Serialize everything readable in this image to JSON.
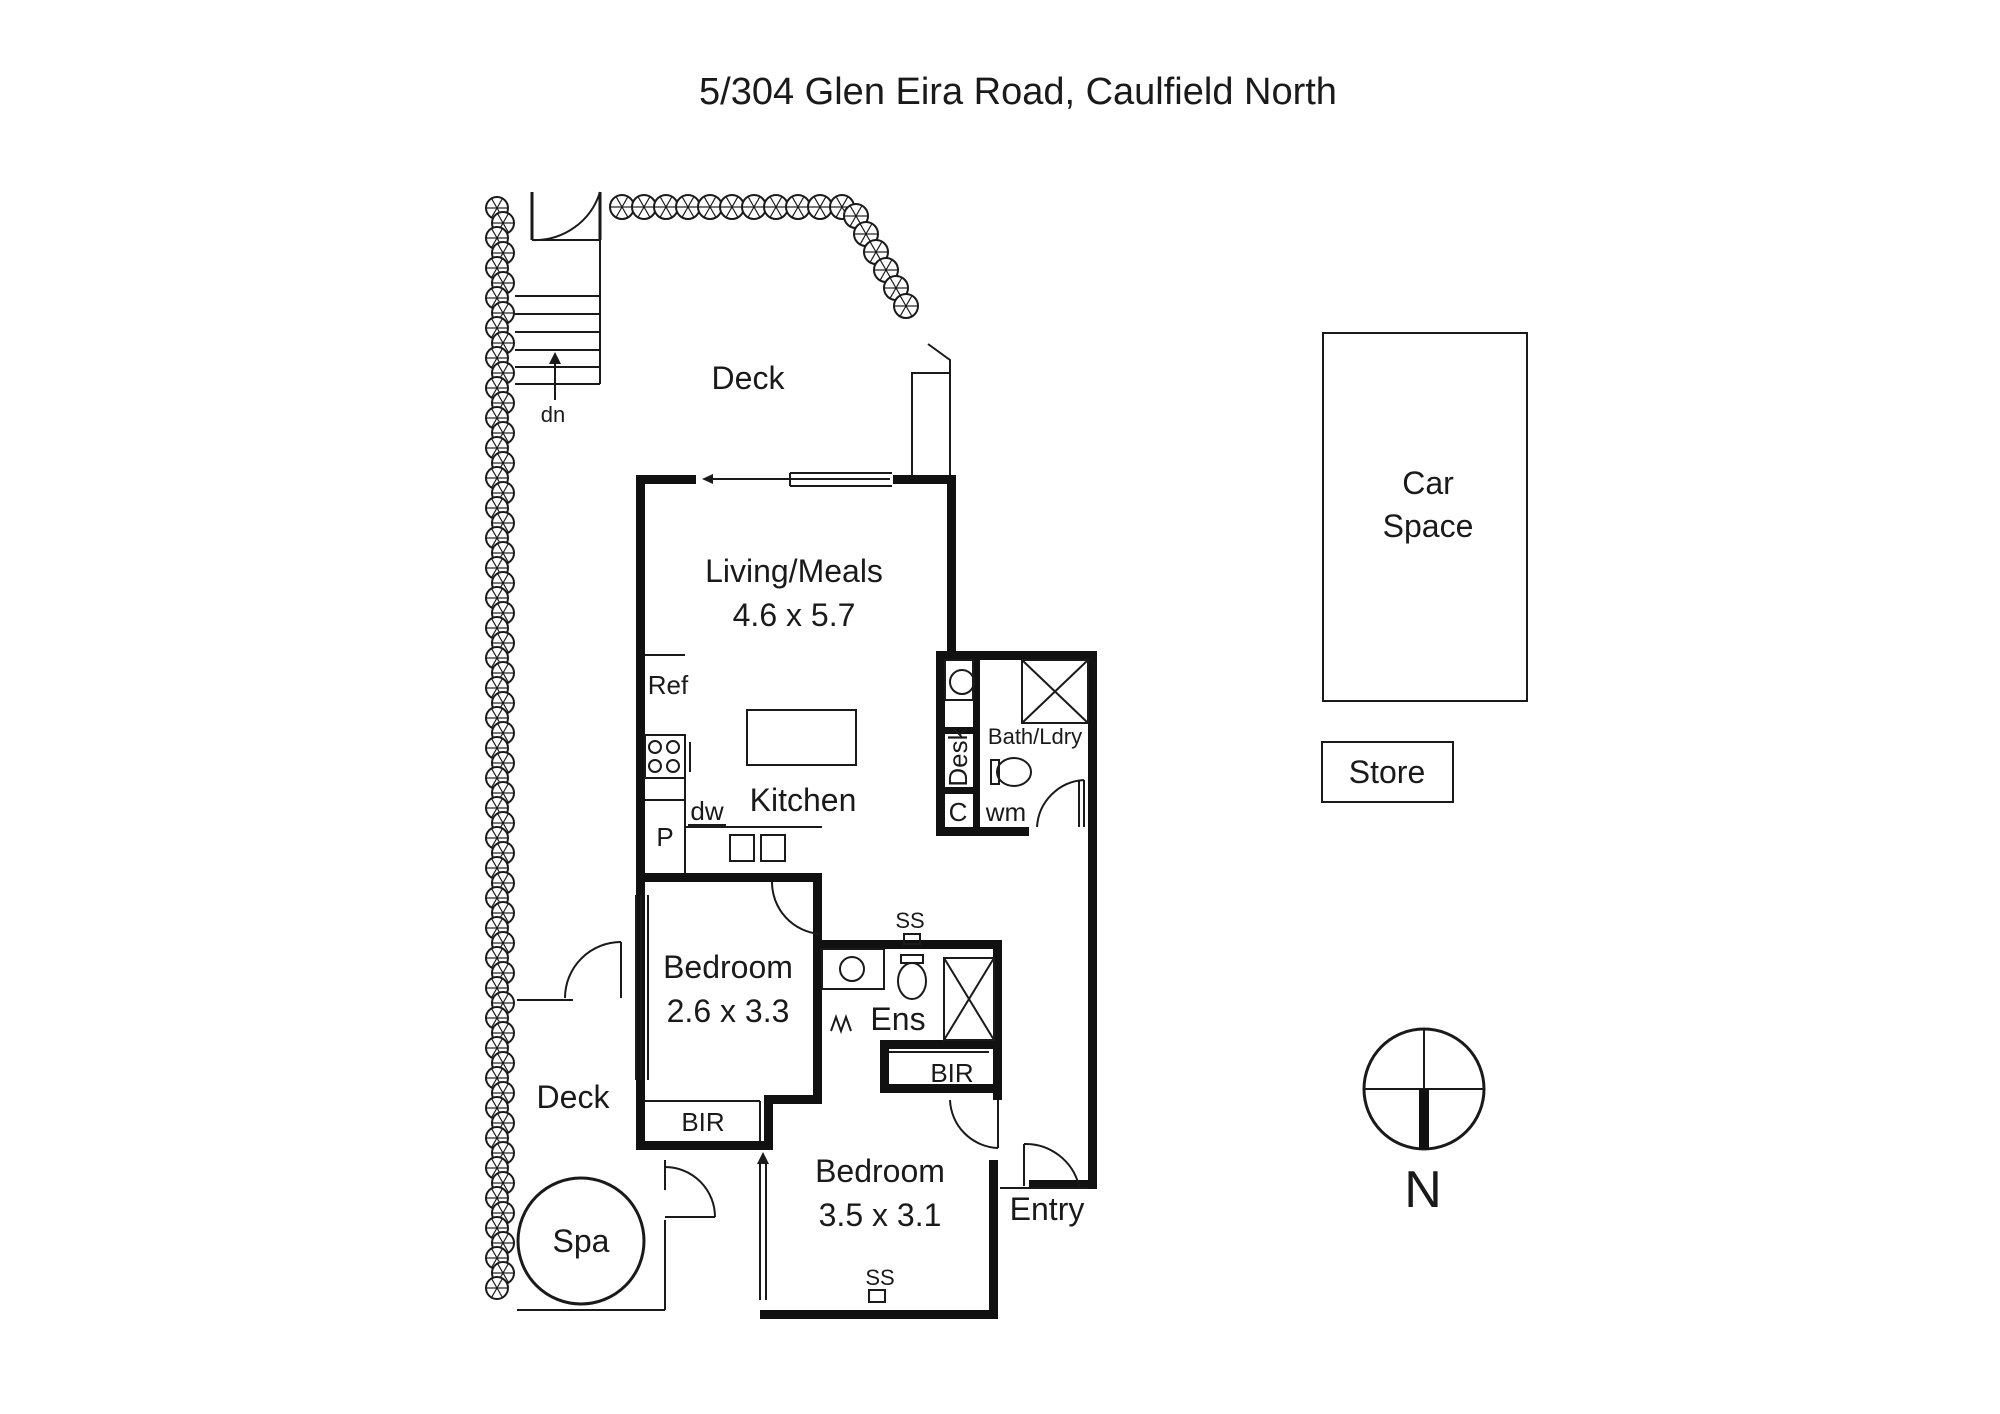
{
  "title": "5/304 Glen Eira Road, Caulfield North",
  "rooms": {
    "deck_top": "Deck",
    "stairs_dn": "dn",
    "living_name": "Living/Meals",
    "living_size": "4.6 x 5.7",
    "ref": "Ref",
    "kitchen": "Kitchen",
    "pantry": "P",
    "dishwasher": "dw",
    "bath_ldry": "Bath/Ldry",
    "desk": "Desk",
    "cupboard": "C",
    "washing_machine": "wm",
    "bedroom1_name": "Bedroom",
    "bedroom1_size": "2.6 x 3.3",
    "ss_ens": "SS",
    "ensuite": "Ens",
    "bir_ens": "BIR",
    "deck_bottom": "Deck",
    "bir_bed1": "BIR",
    "bedroom2_name": "Bedroom",
    "bedroom2_size": "3.5 x 3.1",
    "entry": "Entry",
    "ss_bed2": "SS",
    "spa": "Spa",
    "car_space_line1": "Car",
    "car_space_line2": "Space",
    "store": "Store"
  },
  "compass": {
    "north_label": "N"
  }
}
